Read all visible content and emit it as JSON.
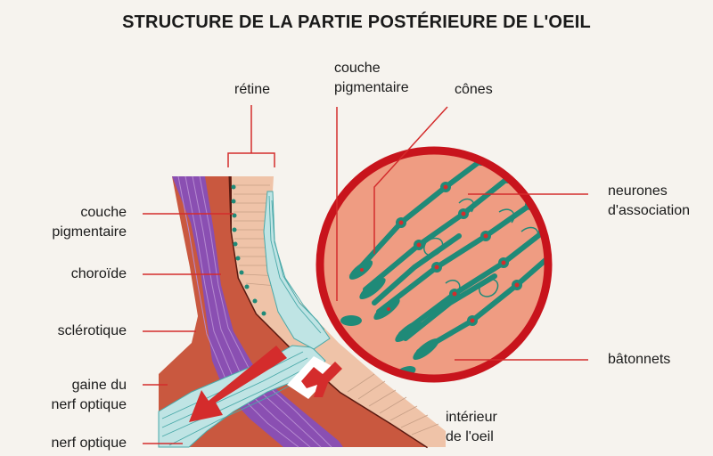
{
  "title": "STRUCTURE DE LA PARTIE POSTÉRIEURE DE L'OEIL",
  "labels": {
    "retine": "rétine",
    "couche_pigmentaire_top": [
      "couche",
      "pigmentaire"
    ],
    "cones": "cônes",
    "neurones": [
      "neurones",
      "d'association"
    ],
    "batonnets": "bâtonnets",
    "interieur": [
      "intérieur",
      "de l'oeil"
    ],
    "couche_pigmentaire_left": [
      "couche",
      "pigmentaire"
    ],
    "choroide": "choroïde",
    "sclerotique": "sclérotique",
    "gaine": [
      "gaine du",
      "nerf optique"
    ],
    "nerf": "nerf optique"
  },
  "colors": {
    "leader": "#d42c2c",
    "sclera": "#8a4fb2",
    "choroid": "#c9583f",
    "retina": "#efc3a8",
    "nerve": "#bfe4e4",
    "cell": "#1f8a78",
    "circle_fill": "#ef9c82",
    "circle_ring": "#c8141c"
  }
}
